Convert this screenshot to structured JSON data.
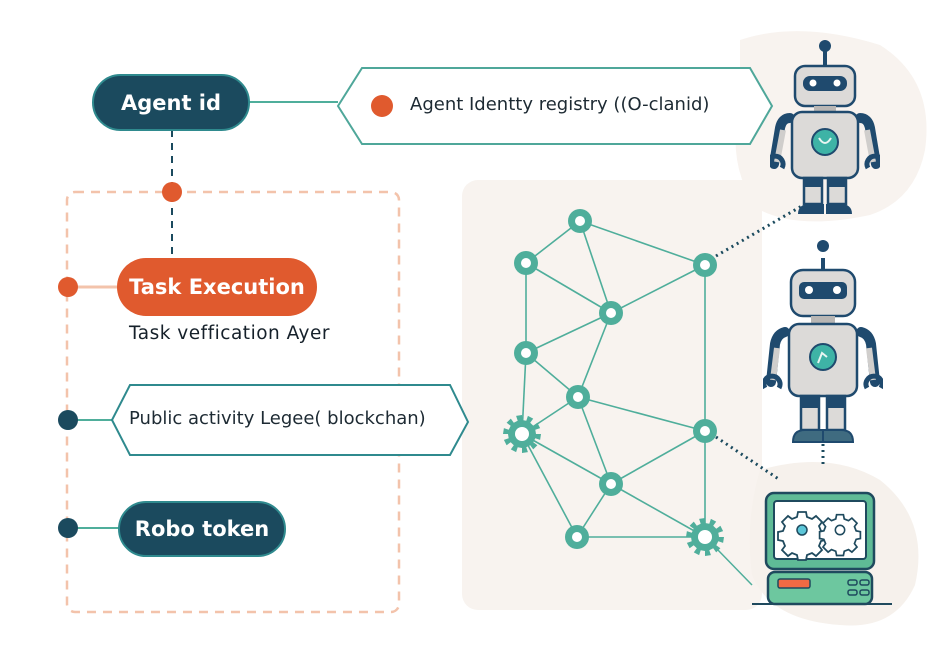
{
  "diagram": {
    "left_stack": {
      "agent_id": {
        "label": "Agent id"
      },
      "registry": {
        "label": "Agent Identty registry ((O-clanid)"
      },
      "task_execution": {
        "label": "Task Execution"
      },
      "task_verification": {
        "label": "Task veffication Ayer"
      },
      "public_ledger": {
        "label": "Public activity Legee( blockchan)"
      },
      "robo_token": {
        "label": "Robo token"
      }
    },
    "network": {
      "nodes": [
        {
          "id": "A",
          "type": "ring"
        },
        {
          "id": "B",
          "type": "ring"
        },
        {
          "id": "C",
          "type": "ring"
        },
        {
          "id": "D",
          "type": "ring"
        },
        {
          "id": "E",
          "type": "ring"
        },
        {
          "id": "F",
          "type": "ring"
        },
        {
          "id": "G",
          "type": "gear"
        },
        {
          "id": "H",
          "type": "ring"
        },
        {
          "id": "I",
          "type": "ring"
        },
        {
          "id": "J",
          "type": "ring"
        },
        {
          "id": "K",
          "type": "gear"
        }
      ],
      "edges": [
        [
          "A",
          "B"
        ],
        [
          "A",
          "C"
        ],
        [
          "A",
          "D"
        ],
        [
          "B",
          "D"
        ],
        [
          "B",
          "E"
        ],
        [
          "C",
          "D"
        ],
        [
          "C",
          "H"
        ],
        [
          "D",
          "E"
        ],
        [
          "D",
          "F"
        ],
        [
          "E",
          "F"
        ],
        [
          "E",
          "G"
        ],
        [
          "F",
          "G"
        ],
        [
          "F",
          "H"
        ],
        [
          "F",
          "I"
        ],
        [
          "G",
          "I"
        ],
        [
          "G",
          "J"
        ],
        [
          "H",
          "I"
        ],
        [
          "H",
          "K"
        ],
        [
          "I",
          "J"
        ],
        [
          "I",
          "K"
        ],
        [
          "J",
          "K"
        ]
      ]
    },
    "icons": [
      "robot-icon",
      "robot-icon",
      "computer-gears-icon"
    ],
    "colors": {
      "dark_teal": "#1b4a5e",
      "teal": "#4fae9b",
      "teal_border": "#2f8a8e",
      "orange": "#e05a2e",
      "dashed_border": "#f3c3ab",
      "panel_beige": "#f8f3ef",
      "robot_navy": "#1f4a6e",
      "robot_grey": "#dcdad8"
    }
  }
}
